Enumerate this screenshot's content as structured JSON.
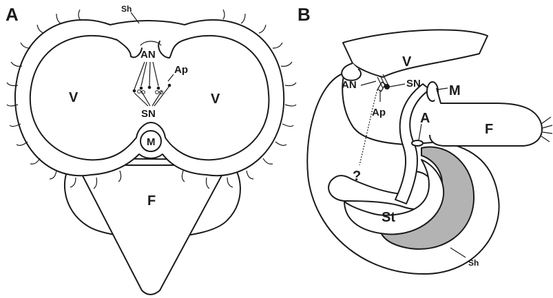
{
  "panel_a": {
    "letter": "A",
    "labels": {
      "sh": "Sh",
      "an": "AN",
      "ap": "Ap",
      "sn": "SN",
      "v_left": "V",
      "v_right": "V",
      "m": "M",
      "f": "F"
    }
  },
  "panel_b": {
    "letter": "B",
    "labels": {
      "v": "V",
      "an": "AN",
      "sn": "SN",
      "ap": "Ap",
      "m": "M",
      "a": "A",
      "f": "F",
      "q": "?",
      "st": "St",
      "sh": "Sh"
    }
  },
  "colors": {
    "ink": "#1a1a1a",
    "shading": "#b3b3b3",
    "background": "#ffffff"
  }
}
